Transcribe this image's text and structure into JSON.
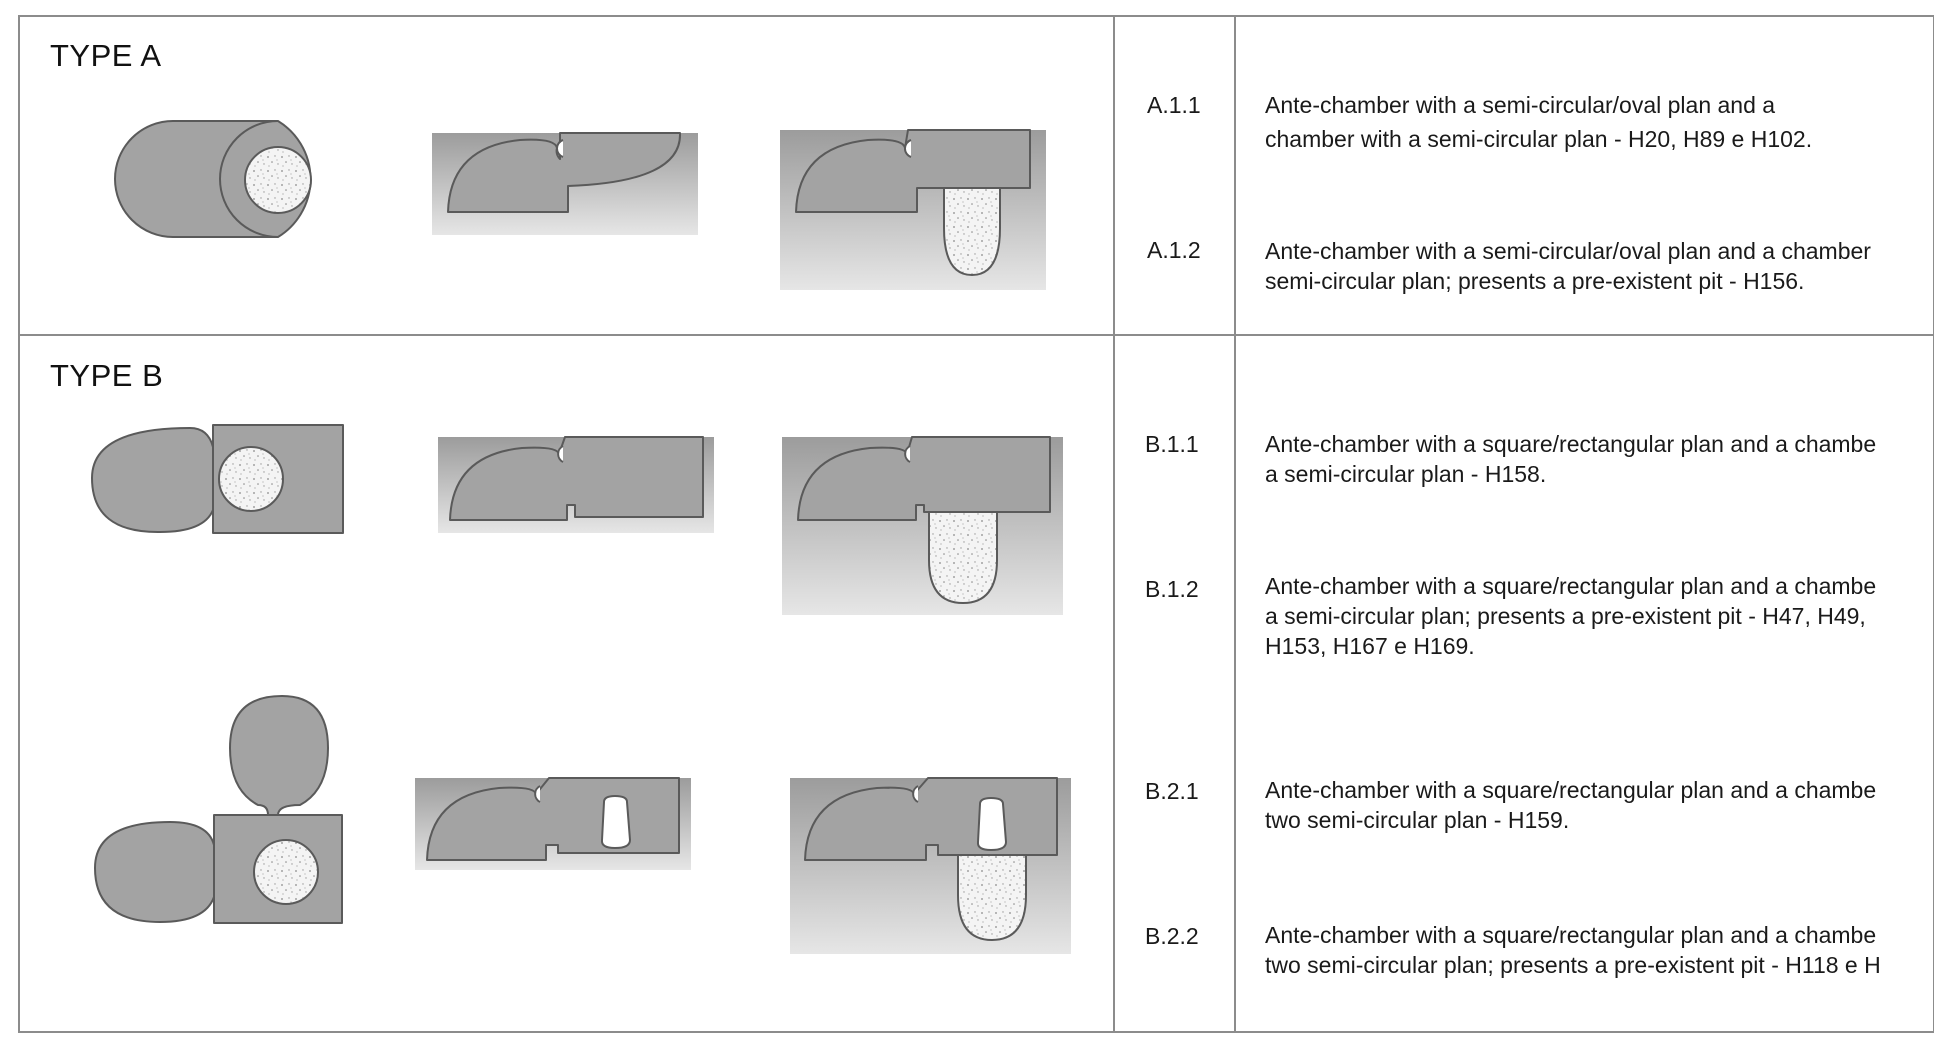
{
  "types": [
    {
      "label": "TYPE A",
      "variants": [
        {
          "code": "A.1.1",
          "description": [
            "Ante-chamber with a semi-circular/oval plan and a",
            "chamber with a semi-circular plan - H20, H89 e H102."
          ]
        },
        {
          "code": "A.1.2",
          "description": [
            "Ante-chamber with a semi-circular/oval plan and a chamber",
            "semi-circular plan; presents a pre-existent pit - H156."
          ]
        }
      ]
    },
    {
      "label": "TYPE B",
      "variants": [
        {
          "code": "B.1.1",
          "description": [
            "Ante-chamber with a square/rectangular plan and a chambe",
            "a semi-circular plan - H158."
          ]
        },
        {
          "code": "B.1.2",
          "description": [
            "Ante-chamber with a square/rectangular plan and a chambe",
            "a semi-circular plan; presents a pre-existent pit -  H47, H49,",
            "H153, H167 e H169."
          ]
        },
        {
          "code": "B.2.1",
          "description": [
            "Ante-chamber with a square/rectangular plan and a chambe",
            "two semi-circular plan -  H159."
          ]
        },
        {
          "code": "B.2.2",
          "description": [
            "Ante-chamber with a square/rectangular plan and a chambe",
            "two semi-circular plan; presents a pre-existent pit - H118 e H"
          ]
        }
      ]
    }
  ],
  "colors": {
    "border": "#8c8c8c",
    "shape_fill": "#a3a3a3",
    "shape_stroke": "#5a5a5a",
    "soil_top": "#9c9c9c",
    "soil_bottom": "#e6e6e6",
    "pit_fill": "#f4f4f4"
  }
}
